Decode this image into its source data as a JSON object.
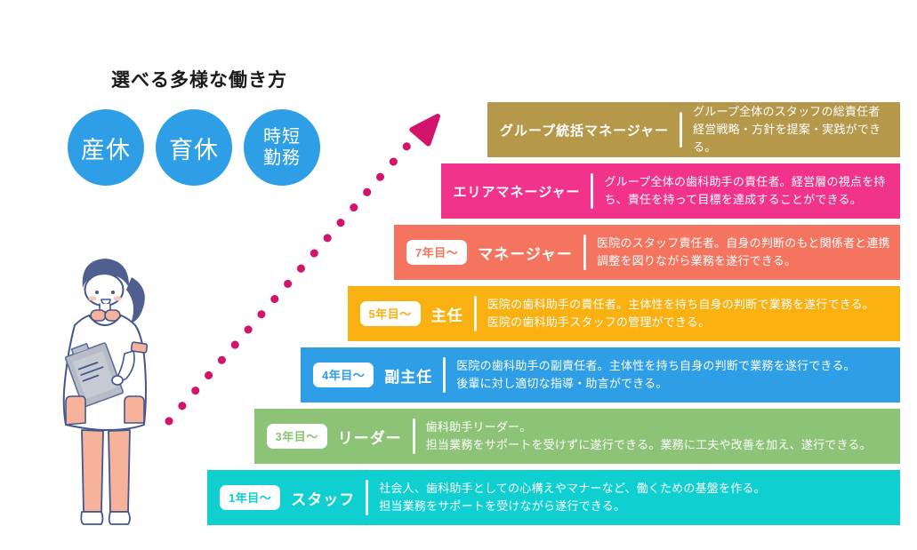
{
  "title": "選べる多様な働き方",
  "colors": {
    "circle_bg": "#2E9FE6",
    "arrow": "#D2146B",
    "title_text": "#1B1B1B"
  },
  "work_styles": [
    {
      "label": "産休"
    },
    {
      "label": "育休"
    },
    {
      "label": "時短\n勤務"
    }
  ],
  "ladder": [
    {
      "badge": null,
      "role": "グループ統括マネージャー",
      "color": "#B6984B",
      "desc_lines": [
        "グループ全体のスタッフの総責任者",
        "経営戦略・方針を提案・実践ができる。"
      ]
    },
    {
      "badge": null,
      "role": "エリアマネージャー",
      "color": "#F2338C",
      "desc_lines": [
        "グループ全体の歯科助手の責任者。経営層の視点を持",
        "ち、責任を持って目標を達成することができる。"
      ]
    },
    {
      "badge": "7年目〜",
      "role": "マネージャー",
      "color": "#F4745F",
      "desc_lines": [
        "医院のスタッフ責任者。自身の判断のもと関係者と連携",
        "調整を図りながら業務を遂行できる。"
      ]
    },
    {
      "badge": "5年目〜",
      "role": "主任",
      "color": "#F9B011",
      "desc_lines": [
        "医院の歯科助手の責任者。主体性を持ち自身の判断で業務を遂行できる。",
        "医院の歯科助手スタッフの管理ができる。"
      ]
    },
    {
      "badge": "4年目〜",
      "role": "副主任",
      "color": "#2E9FE6",
      "desc_lines": [
        "医院の歯科助手の副責任者。主体性を持ち自身の判断で業務を遂行できる。",
        "後輩に対し適切な指導・助言ができる。"
      ]
    },
    {
      "badge": "3年目〜",
      "role": "リーダー",
      "color": "#8CC377",
      "desc_lines": [
        "歯科助手リーダー。",
        "担当業務をサポートを受けずに遂行できる。業務に工夫や改善を加え、遂行できる。"
      ]
    },
    {
      "badge": "1年目〜",
      "role": "スタッフ",
      "color": "#0FCFD1",
      "desc_lines": [
        "社会人、歯科助手としての心構えやマナーなど、働くための基盤を作る。",
        "担当業務をサポートを受けながら遂行できる。"
      ]
    }
  ]
}
